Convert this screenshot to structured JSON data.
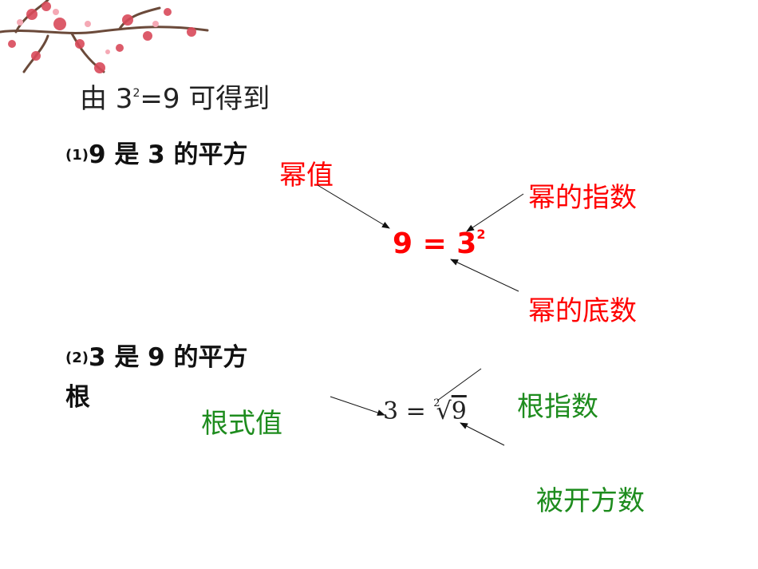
{
  "intro": {
    "prefix": "由 3",
    "sup": "2",
    "suffix": "=9 可得到"
  },
  "item1": {
    "num": "(1)",
    "text": "9 是 3 的平方"
  },
  "item2": {
    "num": "(2)",
    "text_line1": "3 是 9 的平方",
    "text_line2": "根"
  },
  "labels": {
    "power_value": "幂值",
    "power_exponent": "幂的指数",
    "power_base": "幂的底数",
    "root_value": "根式值",
    "root_index": "根指数",
    "radicand": "被开方数"
  },
  "equation1": {
    "lhs": "9 = 3",
    "sup": "2"
  },
  "equation2": {
    "lhs": "3 = ",
    "index": "2",
    "radical": "√",
    "radicand": "9"
  },
  "colors": {
    "red": "#ff0000",
    "green": "#1e8c1e"
  },
  "icons": {
    "decoration": "plum-blossom-branch-icon"
  }
}
